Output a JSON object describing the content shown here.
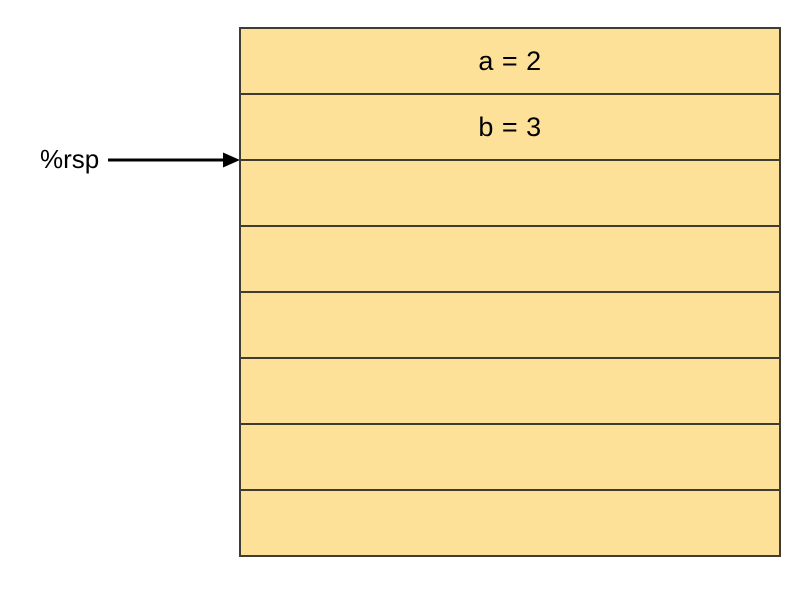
{
  "diagram": {
    "kind": "stack-memory-diagram",
    "pointer": {
      "label": "%rsp",
      "points_to": "boundary below cell b = 3 (top of third cell)"
    },
    "stack": {
      "rows": [
        {
          "label": "a = 2"
        },
        {
          "label": "b = 3"
        },
        {
          "label": ""
        },
        {
          "label": ""
        },
        {
          "label": ""
        },
        {
          "label": ""
        },
        {
          "label": ""
        },
        {
          "label": ""
        }
      ]
    },
    "colors": {
      "background": "#ffffff",
      "cell_fill": "#fde198",
      "cell_border": "#3f3c33",
      "arrow": "#000000",
      "text": "#000000"
    }
  }
}
